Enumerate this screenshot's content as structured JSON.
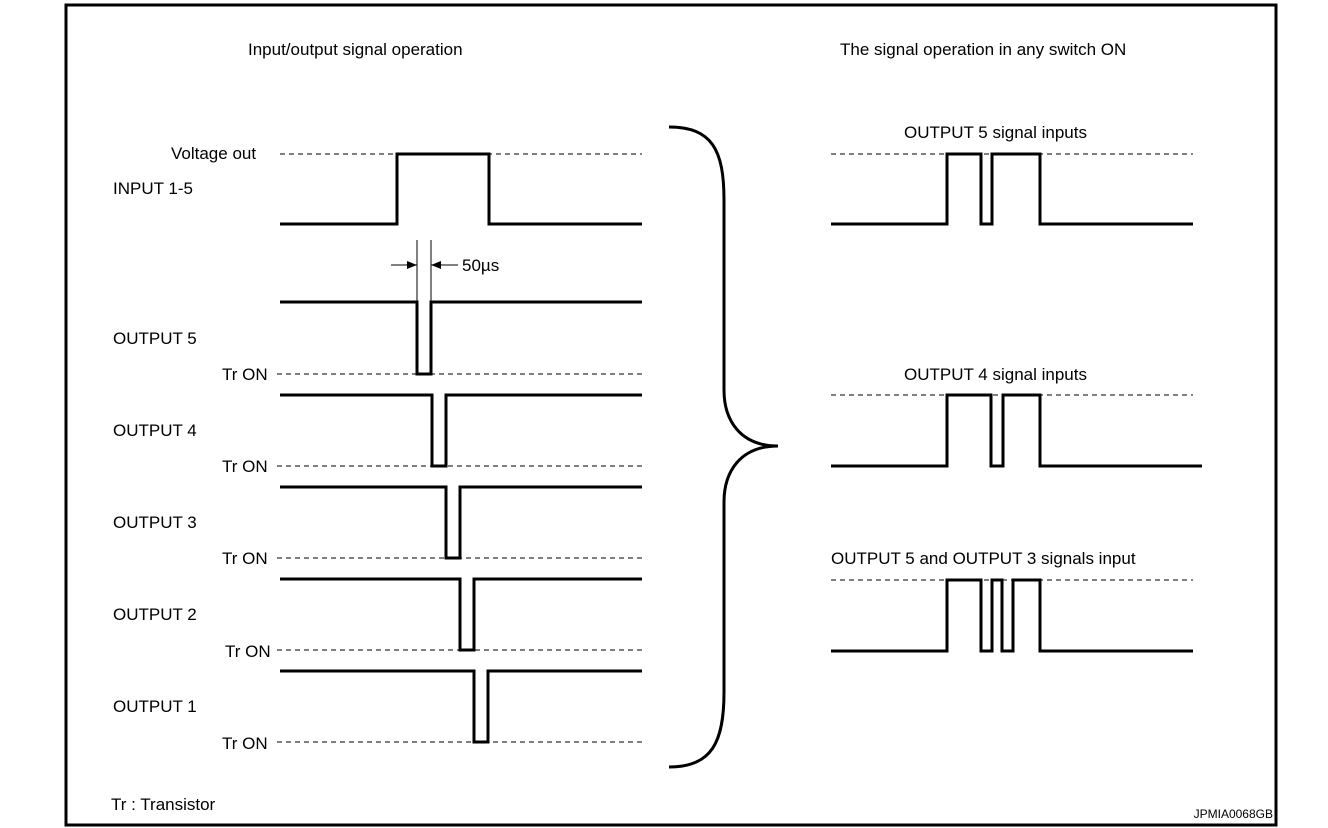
{
  "titles": {
    "left": "Input/output signal operation",
    "right": "The signal operation in any switch ON"
  },
  "labels": {
    "voltage_out": "Voltage out",
    "input": "INPUT 1-5",
    "pulse_width": "50µs",
    "tr_on": "Tr ON",
    "outputs": [
      "OUTPUT 5",
      "OUTPUT 4",
      "OUTPUT 3",
      "OUTPUT 2",
      "OUTPUT 1"
    ]
  },
  "combined": [
    {
      "label": "OUTPUT 5 signal inputs"
    },
    {
      "label": "OUTPUT 4 signal inputs"
    },
    {
      "label": "OUTPUT 5 and OUTPUT 3 signals input"
    }
  ],
  "legend": "Tr : Transistor",
  "figure_code": "JPMIA0068GB"
}
